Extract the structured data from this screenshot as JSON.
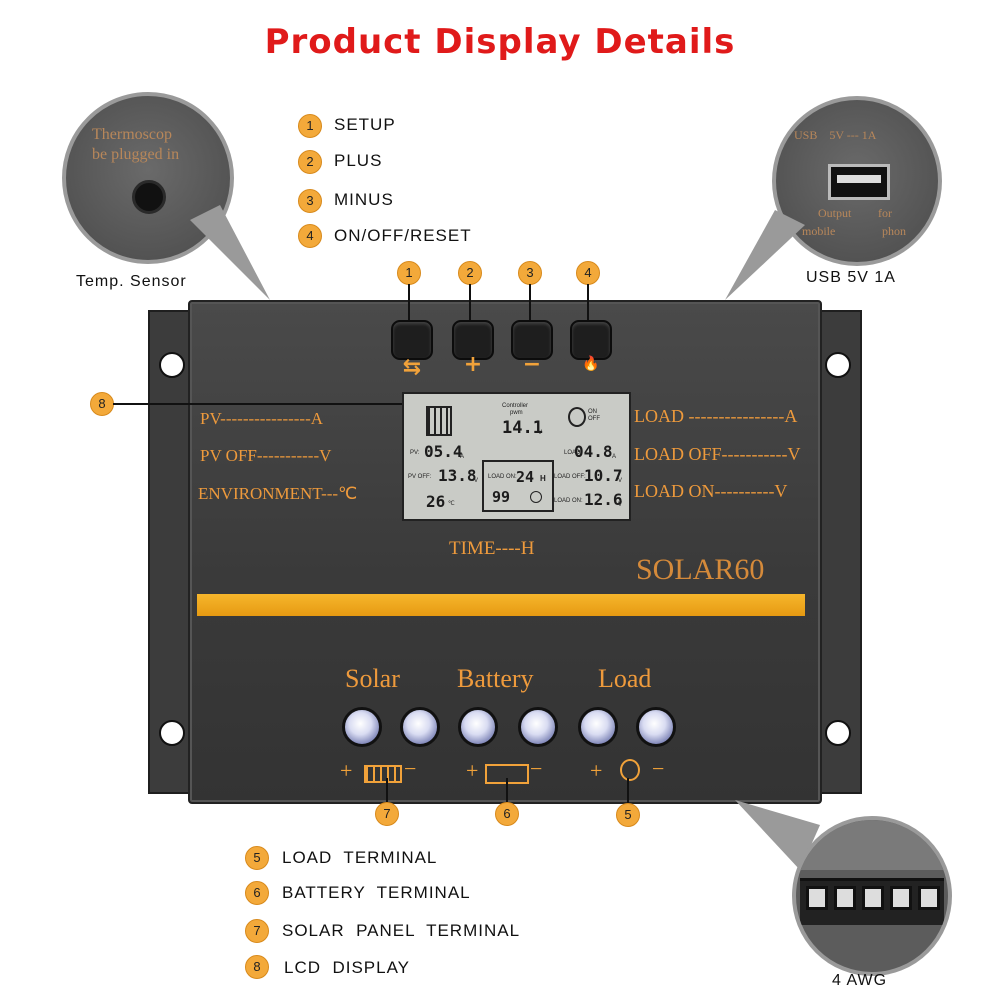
{
  "title": "Product Display Details",
  "legend_top": [
    {
      "num": "1",
      "label": "SETUP"
    },
    {
      "num": "2",
      "label": "PLUS"
    },
    {
      "num": "3",
      "label": "MINUS"
    },
    {
      "num": "4",
      "label": "ON/OFF/RESET"
    }
  ],
  "legend_bottom": [
    {
      "num": "5",
      "label": "LOAD  TERMINAL"
    },
    {
      "num": "6",
      "label": "BATTERY  TERMINAL"
    },
    {
      "num": "7",
      "label": "SOLAR  PANEL  TERMINAL"
    },
    {
      "num": "8",
      "label": "LCD  DISPLAY"
    }
  ],
  "zoom_left": {
    "line1": "Thermoscop",
    "line2": "be plugged in",
    "caption": "Temp.  Sensor"
  },
  "zoom_right": {
    "line1": "USB    5V --- 1A",
    "line2a": "Output",
    "line2b": "for",
    "line3a": "mobile",
    "line3b": "phon",
    "caption": "USB  5V  1A"
  },
  "zoom_bottom": {
    "caption": "4  AWG"
  },
  "button_numbers": [
    "1",
    "2",
    "3",
    "4"
  ],
  "button_glyphs": [
    "⇆",
    "+",
    "−",
    "🔥"
  ],
  "panel_labels_left": [
    "PV----------------A",
    "PV  OFF-----------V",
    "ENVIRONMENT---℃"
  ],
  "panel_labels_right": [
    "LOAD ----------------A",
    "LOAD OFF-----------V",
    "LOAD ON----------V"
  ],
  "time_label": "TIME----H",
  "model": "SOLAR60",
  "lcd": {
    "controller": "Controller",
    "pwm": "pwm",
    "voltage": "14.1",
    "voltage_unit": "V",
    "on": "ON",
    "off": "OFF",
    "pv": "PV:",
    "pv_value": "05.4",
    "pv_unit": "A",
    "pv_off": "PV OFF:",
    "pv_off_value": "13.8",
    "temp_value": "26",
    "temp_unit": "℃",
    "load": "LOAD",
    "load_value": "04.8",
    "load_unit": "A",
    "load_off": "LOAD OFF:",
    "load_off_value": "10.7",
    "load_on": "LOAD ON:",
    "load_on_value": "12.6",
    "load_on_inner": "LOAD ON:",
    "hours_value": "24",
    "hours_unit": "H",
    "battery_value": "99",
    "unit_v": "V"
  },
  "terminal_headers": [
    "Solar",
    "Battery",
    "Load"
  ],
  "terminal_marks": {
    "plus": "+",
    "minus": "−"
  },
  "terminal_numbers": [
    "7",
    "6",
    "5"
  ],
  "lcd_callout_number": "8",
  "colors": {
    "title": "#e01a1a",
    "accent": "#ee9a3c",
    "badge": "#f3a93a",
    "stripe": "#f0a820"
  }
}
